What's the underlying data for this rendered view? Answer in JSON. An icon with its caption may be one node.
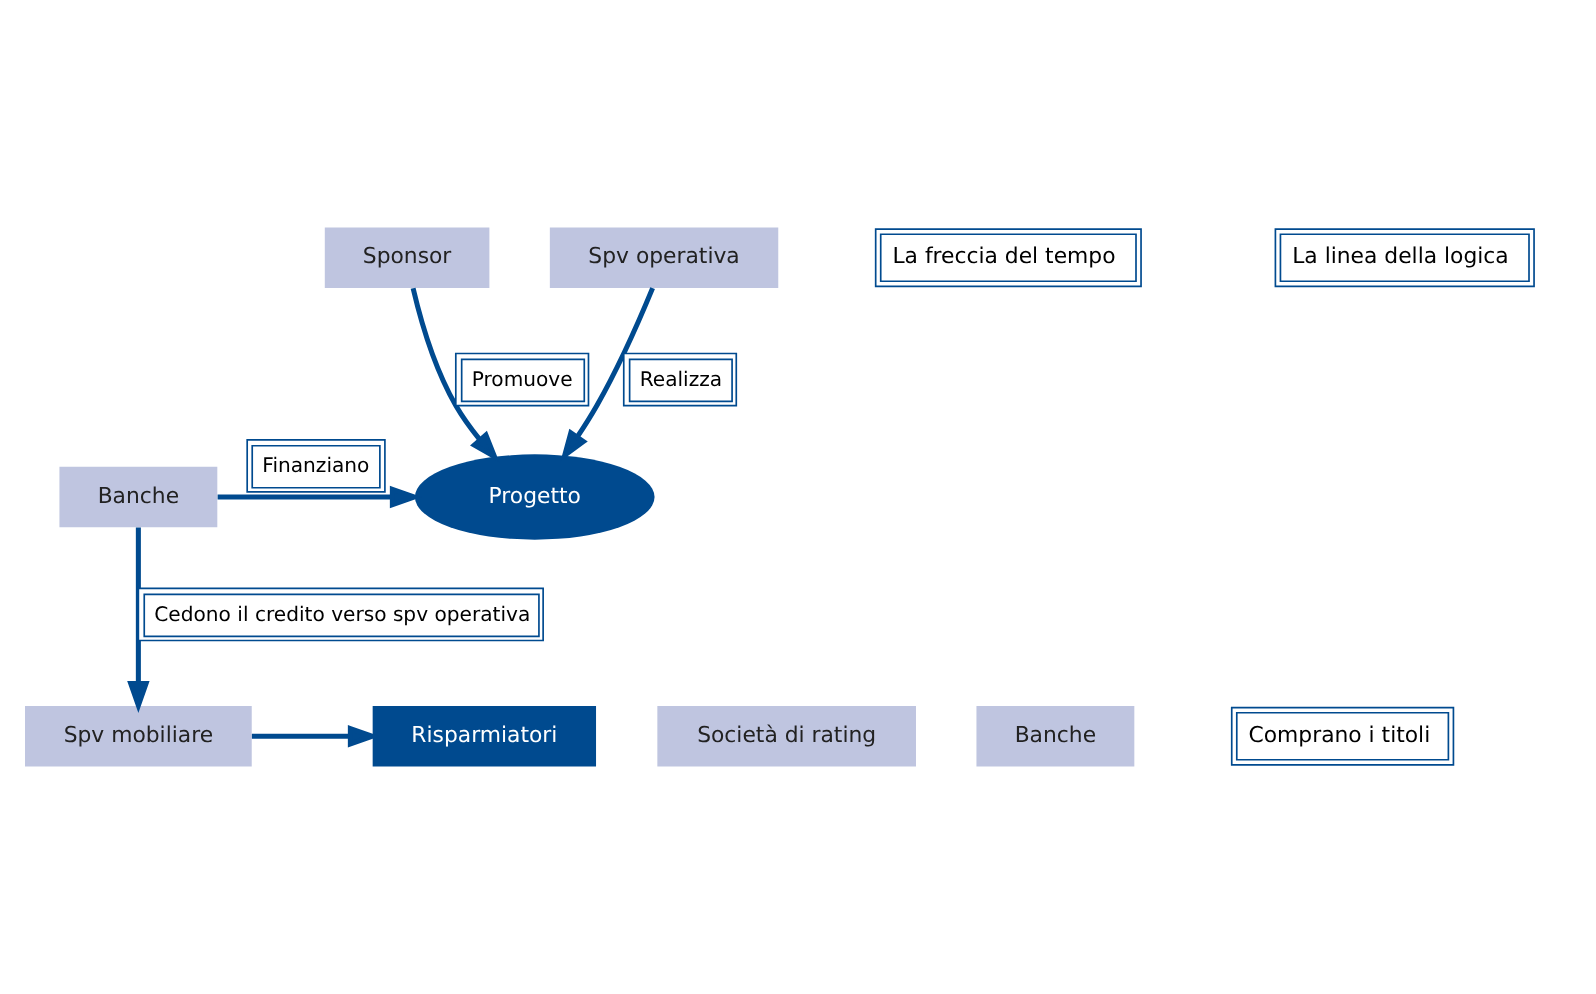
{
  "diagram": {
    "nodes": [
      {
        "text": [
          "Sponsor"
        ]
      },
      {
        "text": [
          "Spv operativa"
        ]
      },
      {
        "text": [
          "Progetto"
        ]
      },
      {
        "text": [
          "Banche"
        ]
      },
      {
        "text": [
          "Spv mobiliare"
        ]
      },
      {
        "text": [
          "Società di rating"
        ]
      },
      {
        "text": [
          "Banche"
        ]
      },
      {
        "text": [
          "Risparmiatori"
        ]
      }
    ],
    "edges": [
      {
        "from": 0,
        "to": 2,
        "arrow": "to",
        "label": "Promuove"
      },
      {
        "from": 1,
        "to": 2,
        "arrow": "to",
        "label": "Realizza"
      },
      {
        "from": 3,
        "to": 2,
        "arrow": "to",
        "label": "Finanziano"
      },
      {
        "from": 3,
        "to": 4,
        "arrow": "to",
        "label": "Cedono il credito verso spv operativa"
      },
      {
        "from": 4,
        "to": 7,
        "arrow": "to"
      }
    ],
    "labels": [
      "La freccia del tempo",
      "La linea della logica",
      "Comprano i titoli"
    ]
  }
}
